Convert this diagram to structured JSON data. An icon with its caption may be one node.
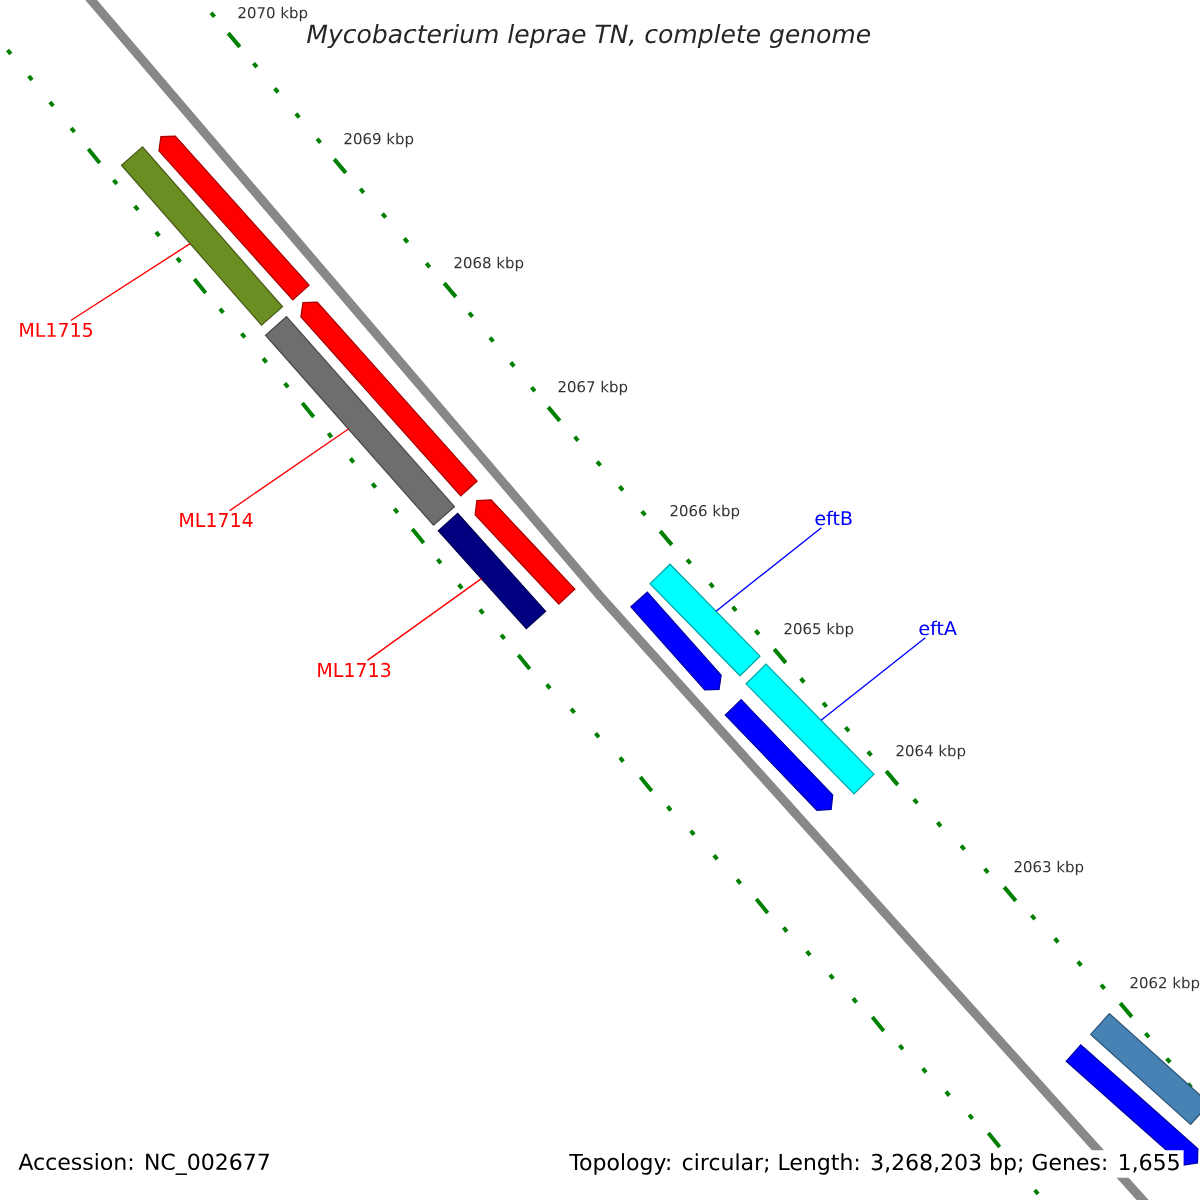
{
  "diagram": {
    "title": "Mycobacterium leprae TN, complete genome",
    "nodes": [
      {
        "text": [],
        "shape": "arrow"
      },
      {
        "text": [],
        "shape": "bar"
      },
      {
        "text": [],
        "shape": "arrow"
      },
      {
        "text": [],
        "shape": "bar"
      },
      {
        "text": [],
        "shape": "arrow"
      },
      {
        "text": [],
        "shape": "bar"
      },
      {
        "text": [],
        "shape": "bar"
      },
      {
        "text": [],
        "shape": "arrow"
      },
      {
        "text": [],
        "shape": "bar"
      },
      {
        "text": [],
        "shape": "arrow"
      },
      {
        "text": [],
        "shape": "bar"
      },
      {
        "text": [],
        "shape": "arrow"
      },
      {
        "text": [
          "ML1715"
        ]
      },
      {
        "text": [
          "ML1714"
        ]
      },
      {
        "text": [
          "ML1713"
        ]
      },
      {
        "text": [
          "eftB"
        ]
      },
      {
        "text": [
          "eftA"
        ]
      }
    ],
    "edges": [
      {
        "from": 12,
        "to": 1,
        "arrow": "none"
      },
      {
        "from": 13,
        "to": 3,
        "arrow": "none"
      },
      {
        "from": 14,
        "to": 5,
        "arrow": "none"
      },
      {
        "from": 15,
        "to": 6,
        "arrow": "none",
        "color": "#0000ff"
      },
      {
        "from": 16,
        "to": 8,
        "arrow": "none",
        "color": "#0000ff"
      }
    ],
    "labels": [
      "2070 kbp",
      "2069 kbp",
      "2068 kbp",
      "2067 kbp",
      "2066 kbp",
      "2065 kbp",
      "2064 kbp",
      "2063 kbp",
      "2062 kbp",
      "Accession: NC_002677",
      "Topology: circular; Length: 3,268,203 bp; Genes: 1,655"
    ]
  }
}
